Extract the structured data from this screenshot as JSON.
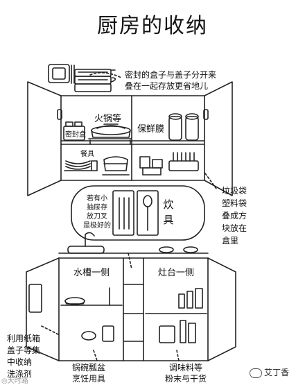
{
  "title": "厨房的收纳",
  "annotations": {
    "box_note_line1": "密封的盒子与盖子分开来",
    "box_note_line2": "叠在一起存放更省地儿",
    "hotpot": "火锅等",
    "cling_film": "保鲜膜",
    "sealed_box": "密封盒",
    "tableware": "餐具",
    "bag_note": [
      "垃圾袋",
      "塑料袋",
      "叠成方",
      "块放在",
      "盒里"
    ],
    "drawer_note": [
      "若有小",
      "抽屉存",
      "放刀叉",
      "是极好的"
    ],
    "utensils": "炊具",
    "sink_side": "水槽一侧",
    "stove_side": "灶台一侧",
    "left_note": [
      "利用纸箱",
      "盖子等集",
      "中收纳",
      "洗涤剂"
    ],
    "pots_label": [
      "锅碗瓢盆",
      "烹饪用具"
    ],
    "seasoning_label": [
      "调味料等",
      "粉末与干货"
    ]
  },
  "watermark": {
    "left": "◎天时路",
    "right": "艾丁香"
  },
  "icons": [
    "wechat-icon"
  ]
}
